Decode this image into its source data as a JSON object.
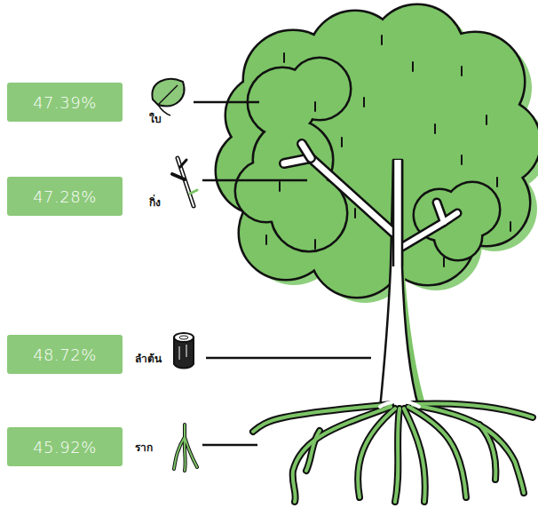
{
  "diagram": {
    "nodes": [
      {
        "text": [
          "47.39%"
        ]
      },
      {
        "text": [
          "47.28%"
        ]
      },
      {
        "text": [
          "48.72%"
        ]
      },
      {
        "text": [
          "45.92%"
        ]
      }
    ],
    "labels": [
      "ใบ",
      "กิ่ง",
      "ลำต้น",
      "ราก"
    ]
  }
}
